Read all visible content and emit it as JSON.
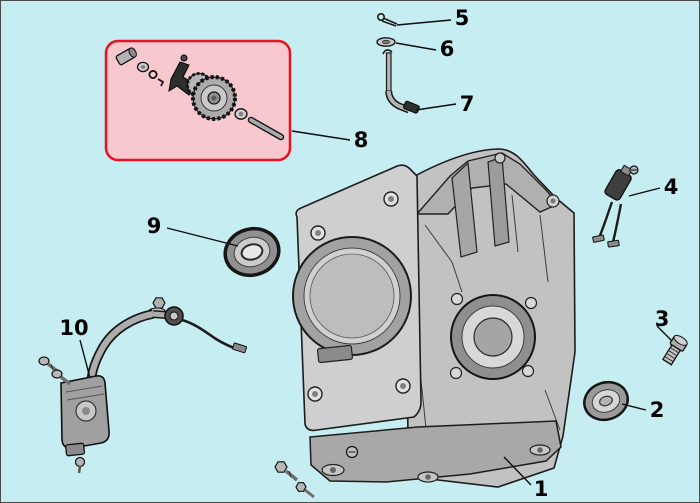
{
  "diagram": {
    "background_color": "#c6edf2",
    "frame_color": "#4a4a4a",
    "highlight_fill": "#f7c9ce",
    "highlight_stroke": "#e8111f",
    "callout_color": "#000000"
  },
  "callouts": {
    "c1": "1",
    "c2": "2",
    "c3": "3",
    "c4": "4",
    "c5": "5",
    "c6": "6",
    "c7": "7",
    "c8": "8",
    "c9": "9",
    "c10": "10"
  }
}
